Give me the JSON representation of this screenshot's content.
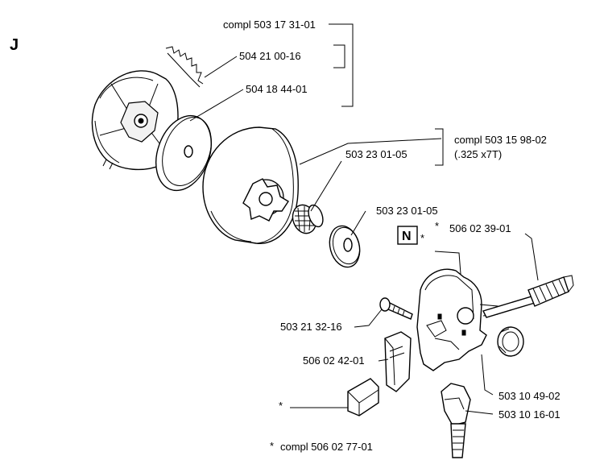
{
  "section_letter": "J",
  "n_box_label": "N",
  "asterisk": "*",
  "labels": {
    "compl_503_17_31_01": "compl 503 17 31-01",
    "p504_21_00_16": "504 21 00-16",
    "p504_18_44_01": "504 18 44-01",
    "compl_503_15_98_02": "compl 503 15 98-02",
    "spec_325_x7t": "(.325 x7T)",
    "p503_23_01_05_a": "503 23 01-05",
    "p503_23_01_05_b": "503 23 01-05",
    "p506_02_39_01": "506 02 39-01",
    "p503_21_32_16": "503 21 32-16",
    "p506_02_42_01": "506 02 42-01",
    "p503_10_49_02": "503 10 49-02",
    "p503_10_16_01": "503 10 16-01",
    "compl_506_02_77_01": "compl 506 02 77-01"
  }
}
